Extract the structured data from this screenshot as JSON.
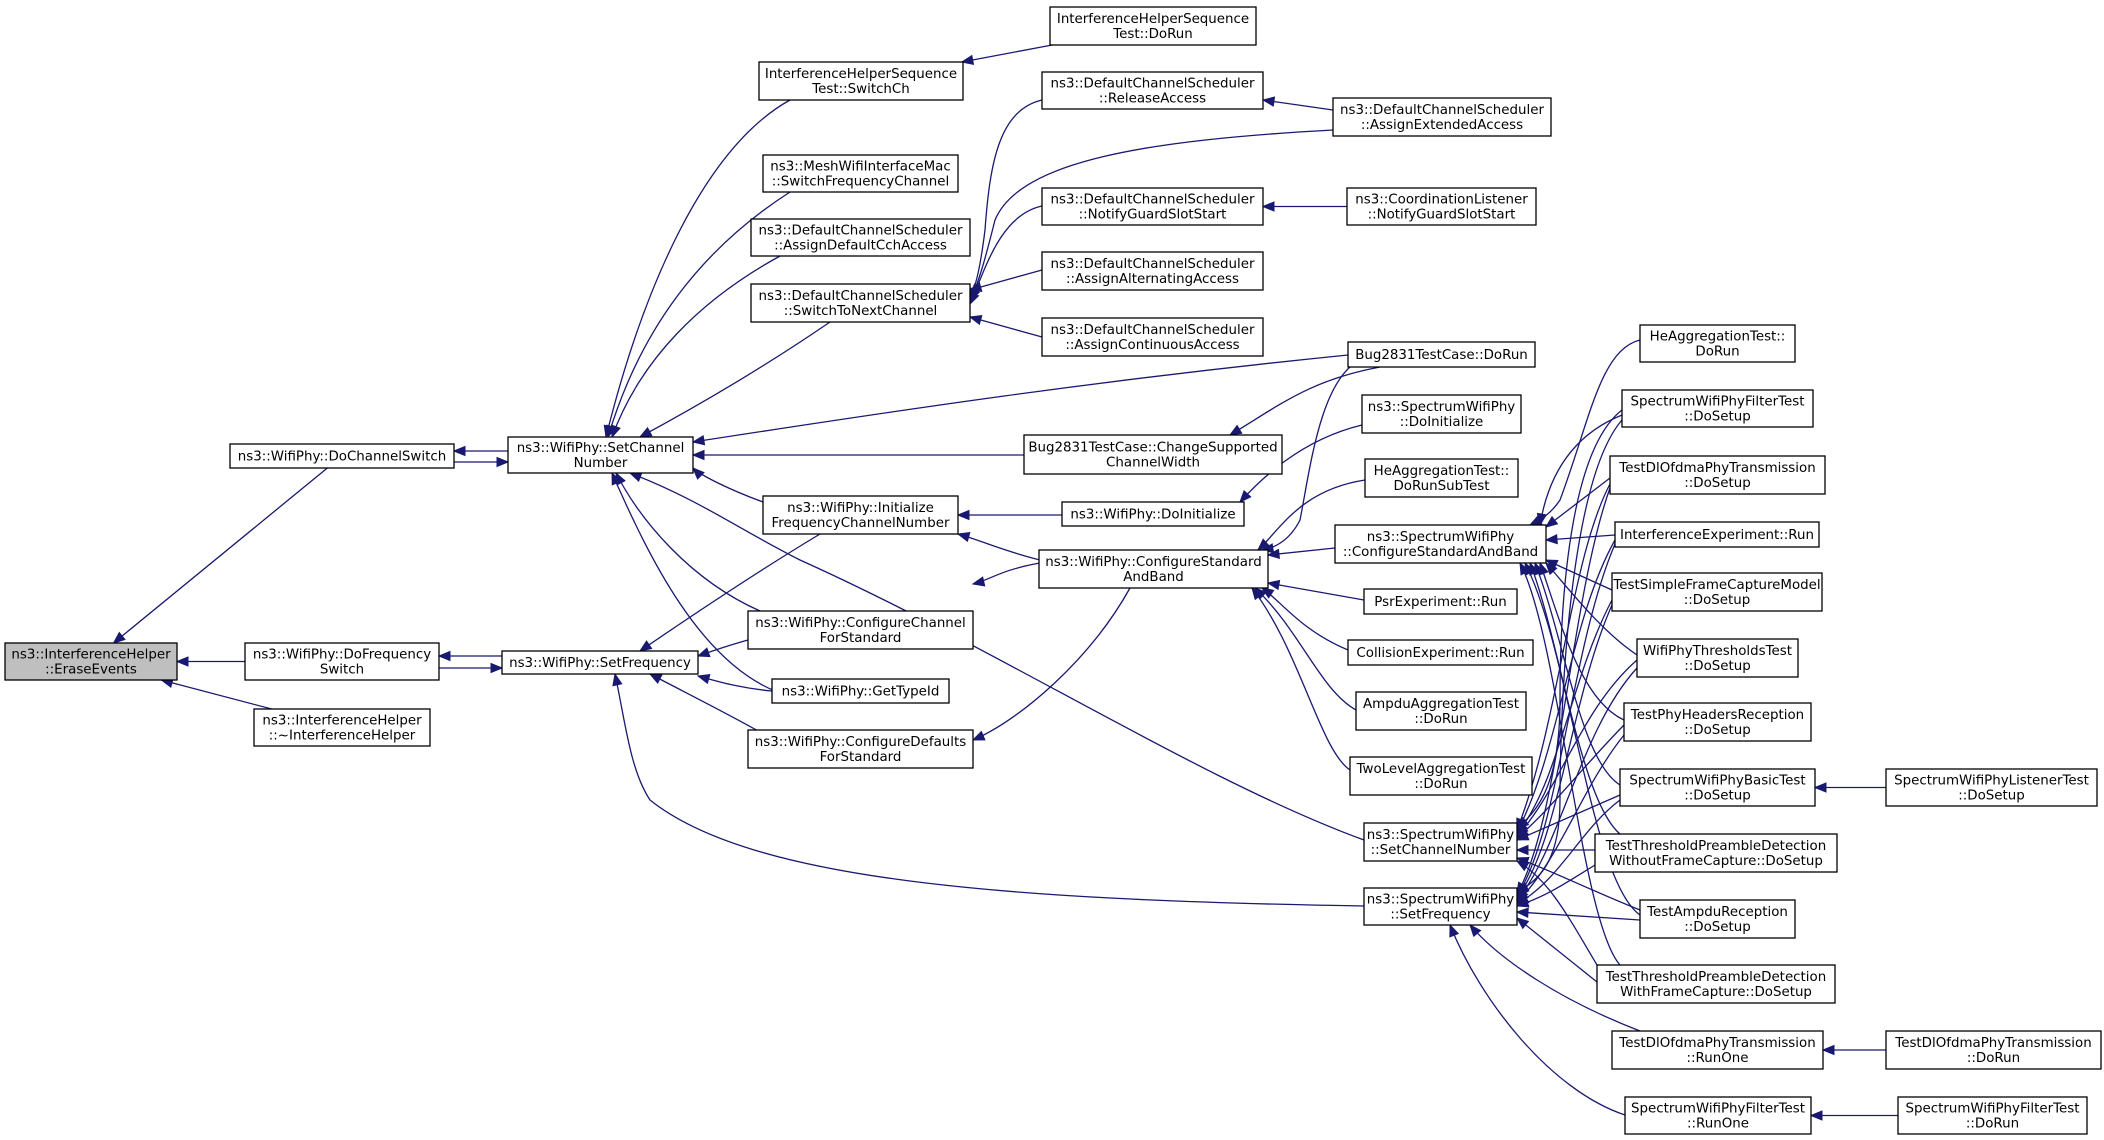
{
  "graph": {
    "edge_color": "#191970",
    "root_fill": "#bfbfbf",
    "nodes": [
      {
        "id": "root",
        "lines": [
          "ns3::InterferenceHelper",
          "::EraseEvents"
        ]
      },
      {
        "id": "doChSw",
        "lines": [
          "ns3::WifiPhy::DoChannelSwitch"
        ]
      },
      {
        "id": "doFreqSw",
        "lines": [
          "ns3::WifiPhy::DoFrequency",
          "Switch"
        ]
      },
      {
        "id": "ihDtor",
        "lines": [
          "ns3::InterferenceHelper",
          "::~InterferenceHelper"
        ]
      },
      {
        "id": "setCh",
        "lines": [
          "ns3::WifiPhy::SetChannel",
          "Number"
        ]
      },
      {
        "id": "setFreq",
        "lines": [
          "ns3::WifiPhy::SetFrequency"
        ]
      },
      {
        "id": "ihSeqSwitchCh",
        "lines": [
          "InterferenceHelperSequence",
          "Test::SwitchCh"
        ]
      },
      {
        "id": "meshSwitch",
        "lines": [
          "ns3::MeshWifiInterfaceMac",
          "::SwitchFrequencyChannel"
        ]
      },
      {
        "id": "assignDefCch",
        "lines": [
          "ns3::DefaultChannelScheduler",
          "::AssignDefaultCchAccess"
        ]
      },
      {
        "id": "switchToNext",
        "lines": [
          "ns3::DefaultChannelScheduler",
          "::SwitchToNextChannel"
        ]
      },
      {
        "id": "initFreq",
        "lines": [
          "ns3::WifiPhy::Initialize",
          "FrequencyChannelNumber"
        ]
      },
      {
        "id": "cfgChStd",
        "lines": [
          "ns3::WifiPhy::ConfigureChannel",
          "ForStandard"
        ]
      },
      {
        "id": "getTypeId",
        "lines": [
          "ns3::WifiPhy::GetTypeId"
        ]
      },
      {
        "id": "cfgDefStd",
        "lines": [
          "ns3::WifiPhy::ConfigureDefaults",
          "ForStandard"
        ]
      },
      {
        "id": "ihSeqDoRun",
        "lines": [
          "InterferenceHelperSequence",
          "Test::DoRun"
        ]
      },
      {
        "id": "releaseAcc",
        "lines": [
          "ns3::DefaultChannelScheduler",
          "::ReleaseAccess"
        ]
      },
      {
        "id": "assignExt",
        "lines": [
          "ns3::DefaultChannelScheduler",
          "::AssignExtendedAccess"
        ]
      },
      {
        "id": "notifyGuard",
        "lines": [
          "ns3::DefaultChannelScheduler",
          "::NotifyGuardSlotStart"
        ]
      },
      {
        "id": "coordNotify",
        "lines": [
          "ns3::CoordinationListener",
          "::NotifyGuardSlotStart"
        ]
      },
      {
        "id": "assignAlt",
        "lines": [
          "ns3::DefaultChannelScheduler",
          "::AssignAlternatingAccess"
        ]
      },
      {
        "id": "assignCont",
        "lines": [
          "ns3::DefaultChannelScheduler",
          "::AssignContinuousAccess"
        ]
      },
      {
        "id": "bugDoRun",
        "lines": [
          "Bug2831TestCase::DoRun"
        ]
      },
      {
        "id": "bugChange",
        "lines": [
          "Bug2831TestCase::ChangeSupported",
          "ChannelWidth"
        ]
      },
      {
        "id": "doInit",
        "lines": [
          "ns3::WifiPhy::DoInitialize"
        ]
      },
      {
        "id": "cfgStdBand",
        "lines": [
          "ns3::WifiPhy::ConfigureStandard",
          "AndBand"
        ]
      },
      {
        "id": "specDoInit",
        "lines": [
          "ns3::SpectrumWifiPhy",
          "::DoInitialize"
        ]
      },
      {
        "id": "heAggSub",
        "lines": [
          "HeAggregationTest::",
          "DoRunSubTest"
        ]
      },
      {
        "id": "specCfgStd",
        "lines": [
          "ns3::SpectrumWifiPhy",
          "::ConfigureStandardAndBand"
        ]
      },
      {
        "id": "psrRun",
        "lines": [
          "PsrExperiment::Run"
        ]
      },
      {
        "id": "collRun",
        "lines": [
          "CollisionExperiment::Run"
        ]
      },
      {
        "id": "ampduAggRun",
        "lines": [
          "AmpduAggregationTest",
          "::DoRun"
        ]
      },
      {
        "id": "twoLevelRun",
        "lines": [
          "TwoLevelAggregationTest",
          "::DoRun"
        ]
      },
      {
        "id": "specSetCh",
        "lines": [
          "ns3::SpectrumWifiPhy",
          "::SetChannelNumber"
        ]
      },
      {
        "id": "specSetFreq",
        "lines": [
          "ns3::SpectrumWifiPhy",
          "::SetFrequency"
        ]
      },
      {
        "id": "heAggDoRun",
        "lines": [
          "HeAggregationTest::",
          "DoRun"
        ]
      },
      {
        "id": "filterSetup",
        "lines": [
          "SpectrumWifiPhyFilterTest",
          "::DoSetup"
        ]
      },
      {
        "id": "dlOfdmaSetup",
        "lines": [
          "TestDlOfdmaPhyTransmission",
          "::DoSetup"
        ]
      },
      {
        "id": "interfRun",
        "lines": [
          "InterferenceExperiment::Run"
        ]
      },
      {
        "id": "simpleCap",
        "lines": [
          "TestSimpleFrameCaptureModel",
          "::DoSetup"
        ]
      },
      {
        "id": "threshSetup",
        "lines": [
          "WifiPhyThresholdsTest",
          "::DoSetup"
        ]
      },
      {
        "id": "headersSetup",
        "lines": [
          "TestPhyHeadersReception",
          "::DoSetup"
        ]
      },
      {
        "id": "basicSetup",
        "lines": [
          "SpectrumWifiPhyBasicTest",
          "::DoSetup"
        ]
      },
      {
        "id": "listenerSetup",
        "lines": [
          "SpectrumWifiPhyListenerTest",
          "::DoSetup"
        ]
      },
      {
        "id": "preNoCap",
        "lines": [
          "TestThresholdPreambleDetection",
          "WithoutFrameCapture::DoSetup"
        ]
      },
      {
        "id": "ampduRecv",
        "lines": [
          "TestAmpduReception",
          "::DoSetup"
        ]
      },
      {
        "id": "preCap",
        "lines": [
          "TestThresholdPreambleDetection",
          "WithFrameCapture::DoSetup"
        ]
      },
      {
        "id": "dlRunOne",
        "lines": [
          "TestDlOfdmaPhyTransmission",
          "::RunOne"
        ]
      },
      {
        "id": "dlDoRun",
        "lines": [
          "TestDlOfdmaPhyTransmission",
          "::DoRun"
        ]
      },
      {
        "id": "filterRunOne",
        "lines": [
          "SpectrumWifiPhyFilterTest",
          "::RunOne"
        ]
      },
      {
        "id": "filterDoRun",
        "lines": [
          "SpectrumWifiPhyFilterTest",
          "::DoRun"
        ]
      }
    ]
  }
}
